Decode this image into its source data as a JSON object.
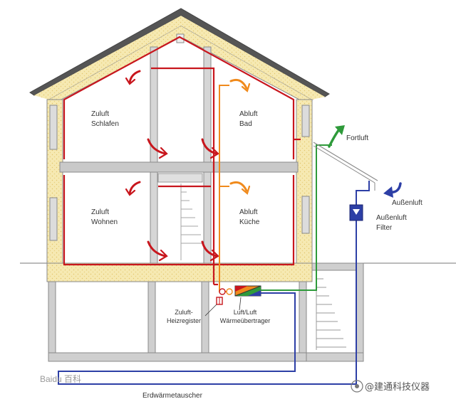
{
  "labels": {
    "zuluft_schlafen": [
      "Zuluft",
      "Schlafen"
    ],
    "abluft_bad": [
      "Abluft",
      "Bad"
    ],
    "zuluft_wohnen": [
      "Zuluft",
      "Wohnen"
    ],
    "abluft_kueche": [
      "Abluft",
      "Küche"
    ],
    "fortluft": "Fortluft",
    "aussenluft": "Außenluft",
    "aussenluft_filter": [
      "Außenluft",
      "Filter"
    ],
    "zuluft_heizregister": [
      "Zuluft-",
      "Heizregister"
    ],
    "waermeuebertraeger": [
      "Luft/Luft",
      "Wärmeübertrager"
    ],
    "erdwaermetauscher": "Erdwärmetauscher"
  },
  "watermarks": {
    "baidu": "Baidu 百科",
    "source": "@建通科技仪器"
  },
  "icons": [
    "red-supply-arrow-icon",
    "orange-exhaust-arrow-icon",
    "green-exhaust-out-arrow-icon",
    "blue-intake-arrow-icon",
    "filter-icon",
    "heat-exchanger-icon"
  ],
  "colors": {
    "supply": "#c8161d",
    "exhaust": "#f08a1c",
    "exhaust_out": "#2e9a3a",
    "intake": "#2d3fa6",
    "insulation": "#f5e6a8",
    "structure": "#c9c9c9",
    "roof": "#555555"
  }
}
